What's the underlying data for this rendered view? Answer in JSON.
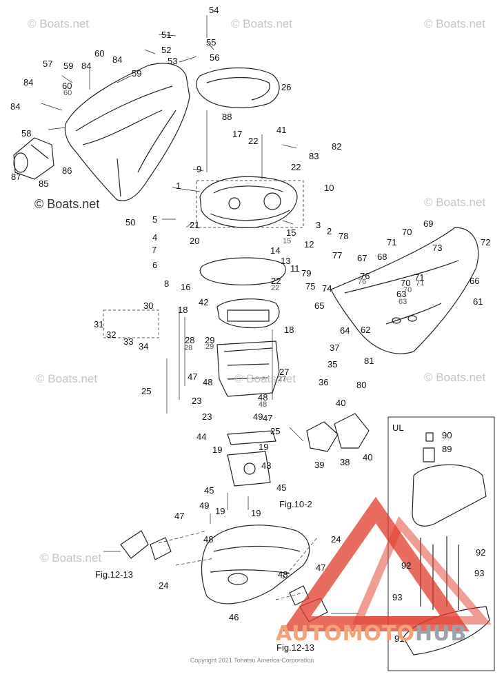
{
  "watermarks": [
    {
      "text": "© Boats.net",
      "style": "light"
    },
    {
      "text": "© Boats.net",
      "style": "light"
    },
    {
      "text": "© Boats.net",
      "style": "light"
    },
    {
      "text": "© Boats.net",
      "style": "strong"
    },
    {
      "text": "© Boats.net",
      "style": "light"
    },
    {
      "text": "© Boats.net",
      "style": "light"
    },
    {
      "text": "© Boats.net",
      "style": "light"
    },
    {
      "text": "© Boats.net",
      "style": "light"
    },
    {
      "text": "© Boats.net",
      "style": "light"
    }
  ],
  "callouts": [
    "54",
    "51",
    "55",
    "52",
    "84",
    "56",
    "53",
    "57",
    "59",
    "60",
    "84",
    "59",
    "60",
    "26",
    "84",
    "88",
    "84",
    "17",
    "41",
    "58",
    "22",
    "82",
    "83",
    "86",
    "22",
    "9",
    "87",
    "85",
    "10",
    "1",
    "50",
    "5",
    "21",
    "3",
    "2",
    "4",
    "20",
    "15",
    "12",
    "78",
    "70",
    "69",
    "71",
    "73",
    "72",
    "7",
    "14",
    "13",
    "77",
    "6",
    "67",
    "68",
    "11",
    "79",
    "76",
    "70",
    "71",
    "66",
    "8",
    "16",
    "22",
    "75",
    "74",
    "63",
    "42",
    "61",
    "18",
    "30",
    "65",
    "31",
    "18",
    "32",
    "33",
    "34",
    "28",
    "29",
    "64",
    "62",
    "37",
    "35",
    "47",
    "48",
    "27",
    "36",
    "81",
    "25",
    "48",
    "80",
    "23",
    "49",
    "47",
    "23",
    "25",
    "40",
    "44",
    "19",
    "19",
    "39",
    "38",
    "40",
    "43",
    "UL",
    "90",
    "89",
    "45",
    "45",
    "47",
    "49",
    "19",
    "19",
    "24",
    "48",
    "92",
    "92",
    "93",
    "24",
    "48",
    "47",
    "93",
    "46",
    "91"
  ],
  "small_callouts": [
    "60",
    "15",
    "76",
    "70",
    "71",
    "63",
    "22",
    "28",
    "29",
    "27",
    "48"
  ],
  "figure_refs": [
    "Fig.10-2",
    "Fig.12-13",
    "Fig.12-13"
  ],
  "inset": {
    "label": "UL"
  },
  "copyright": "Copyright 2021 Tohatsu America Corporation",
  "logo": {
    "part1": "AUTOMOTO",
    "part2": "HUB"
  },
  "colors": {
    "line": "#222222",
    "watermark": "#c4c4c4",
    "logo_orange": "#f4a27a",
    "logo_red": "#e23b2b"
  }
}
